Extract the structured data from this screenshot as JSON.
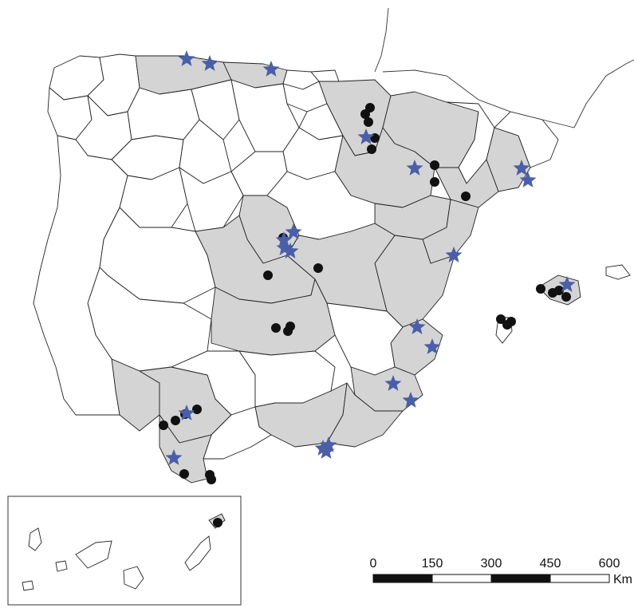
{
  "scale_bar": {
    "ticks": [
      "0",
      "150",
      "300",
      "450",
      "600"
    ],
    "unit": "Km"
  },
  "colors": {
    "highlight_fill": "#d4d4d4",
    "star": "#4a5fa8",
    "dot": "#111111"
  },
  "legend_symbols": {
    "star": "star-marker",
    "dot": "circle-marker"
  }
}
